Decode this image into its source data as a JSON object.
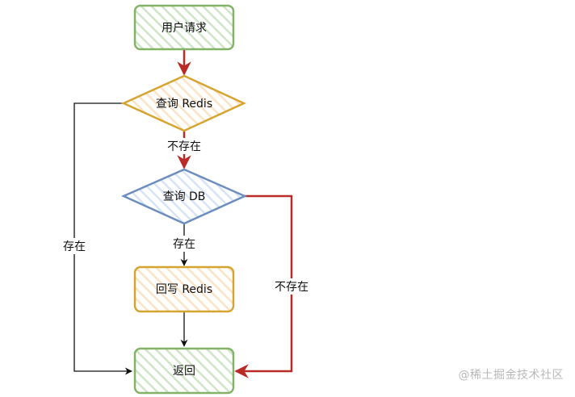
{
  "nodes": {
    "user_request": "用户请求",
    "query_redis": "查询 Redis",
    "query_db": "查询 DB",
    "write_back_redis": "回写 Redis",
    "return": "返回"
  },
  "edges": {
    "redis_miss": "不存在",
    "redis_hit": "存在",
    "db_hit": "存在",
    "db_miss": "不存在"
  },
  "watermark": "@稀土掘金技术社区",
  "colors": {
    "green_stroke": "#82b366",
    "green_fill": "#d5e8d4",
    "orange_stroke": "#d6a531",
    "orange_fill": "#fde6c8",
    "blue_stroke": "#6c8ebf",
    "blue_fill": "#dae8fc",
    "red_edge": "#b92b27",
    "black_edge": "#111111"
  }
}
